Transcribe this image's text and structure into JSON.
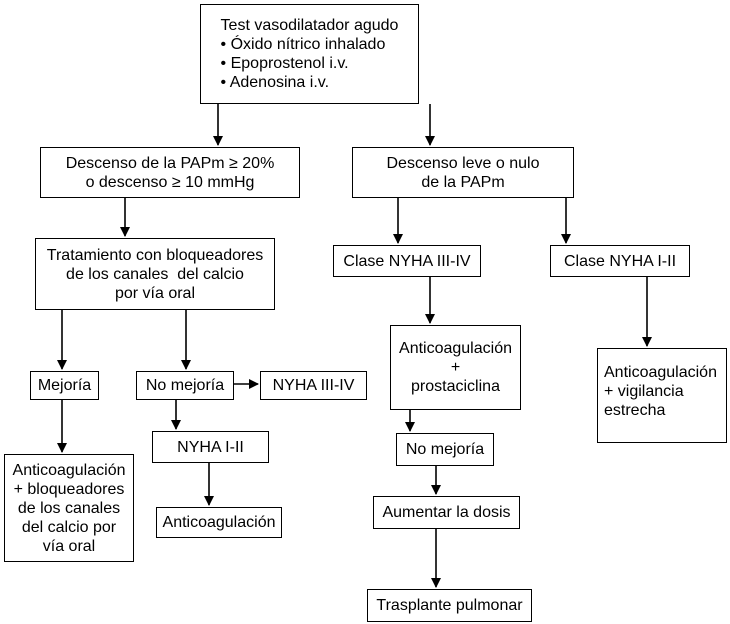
{
  "nodes": {
    "test": {
      "title": "Test vasodilatador agudo",
      "bullets": [
        "• Óxido nítrico inhalado",
        "• Epoprostenol i.v.",
        "• Adenosina i.v."
      ]
    },
    "descenso_20": {
      "lines": [
        "Descenso de la PAPm ≥ 20%",
        "o descenso ≥ 10 mmHg"
      ]
    },
    "descenso_leve": {
      "lines": [
        "Descenso leve o nulo",
        "de la PAPm"
      ]
    },
    "tratamiento": {
      "lines": [
        "Tratamiento con bloqueadores",
        "de los canales  del calcio",
        "por vía oral"
      ]
    },
    "clase_3_4": {
      "lines": [
        "Clase NYHA III-IV"
      ]
    },
    "clase_1_2": {
      "lines": [
        "Clase NYHA I-II"
      ]
    },
    "mejoria": {
      "lines": [
        "Mejoría"
      ]
    },
    "no_mejoria_a": {
      "lines": [
        "No mejoría"
      ]
    },
    "nyha_3_4": {
      "lines": [
        "NYHA III-IV"
      ]
    },
    "nyha_1_2": {
      "lines": [
        "NYHA I-II"
      ]
    },
    "anticoag_bloq": {
      "lines": [
        "Anticoagulación",
        "+ bloqueadores",
        "de los canales",
        "del calcio por",
        "vía oral"
      ]
    },
    "anticoag": {
      "lines": [
        "Anticoagulación"
      ]
    },
    "anticoag_prost": {
      "lines": [
        "Anticoagulación",
        "+",
        "prostaciclina"
      ]
    },
    "no_mejoria_b": {
      "lines": [
        "No mejoría"
      ]
    },
    "aumentar": {
      "lines": [
        "Aumentar la dosis"
      ]
    },
    "trasplante": {
      "lines": [
        "Trasplante pulmonar"
      ]
    },
    "anticoag_vig": {
      "lines": [
        "Anticoagulación",
        "+ vigilancia",
        "estrecha"
      ]
    }
  }
}
